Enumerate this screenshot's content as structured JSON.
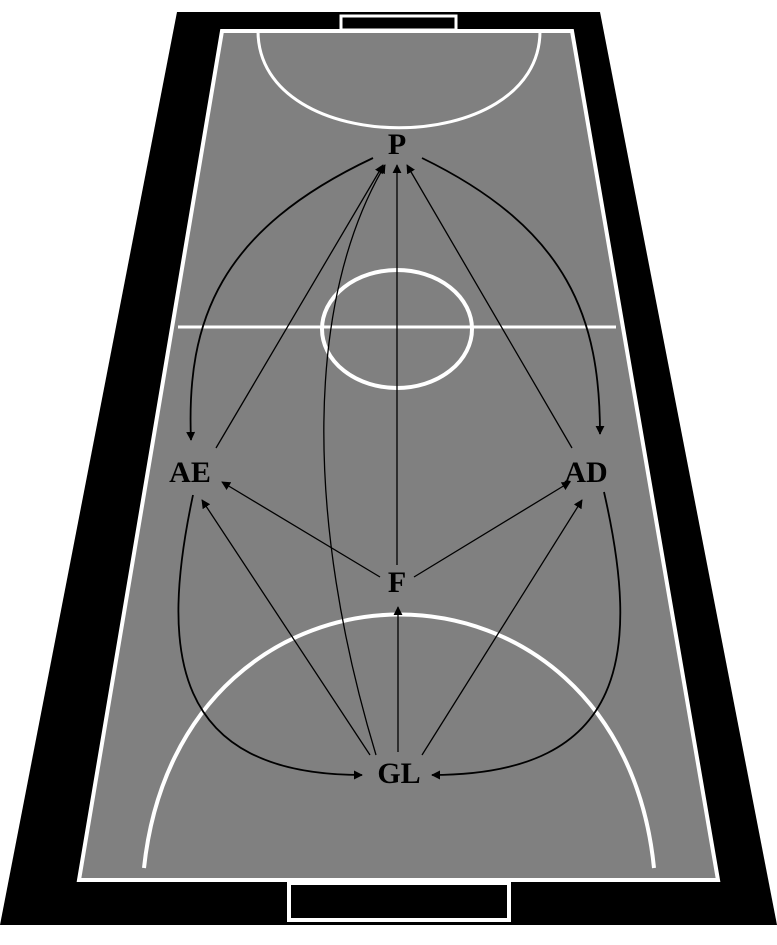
{
  "colors": {
    "background": "#ffffff",
    "outer_surround": "#000000",
    "court_surface": "#808080",
    "court_lines": "#ffffff",
    "arrows": "#000000",
    "labels": "#000000"
  },
  "players": {
    "P": "P",
    "AE": "AE",
    "AD": "AD",
    "F": "F",
    "GL": "GL"
  },
  "links": [
    {
      "from": "GL",
      "to": "P"
    },
    {
      "from": "GL",
      "to": "F"
    },
    {
      "from": "GL",
      "to": "AE"
    },
    {
      "from": "GL",
      "to": "AD"
    },
    {
      "from": "F",
      "to": "P"
    },
    {
      "from": "F",
      "to": "AE"
    },
    {
      "from": "F",
      "to": "AD"
    },
    {
      "from": "AE",
      "to": "P"
    },
    {
      "from": "AD",
      "to": "P"
    },
    {
      "from": "P",
      "to": "AE"
    },
    {
      "from": "P",
      "to": "AD"
    },
    {
      "from": "AE",
      "to": "GL"
    },
    {
      "from": "AD",
      "to": "GL"
    }
  ]
}
